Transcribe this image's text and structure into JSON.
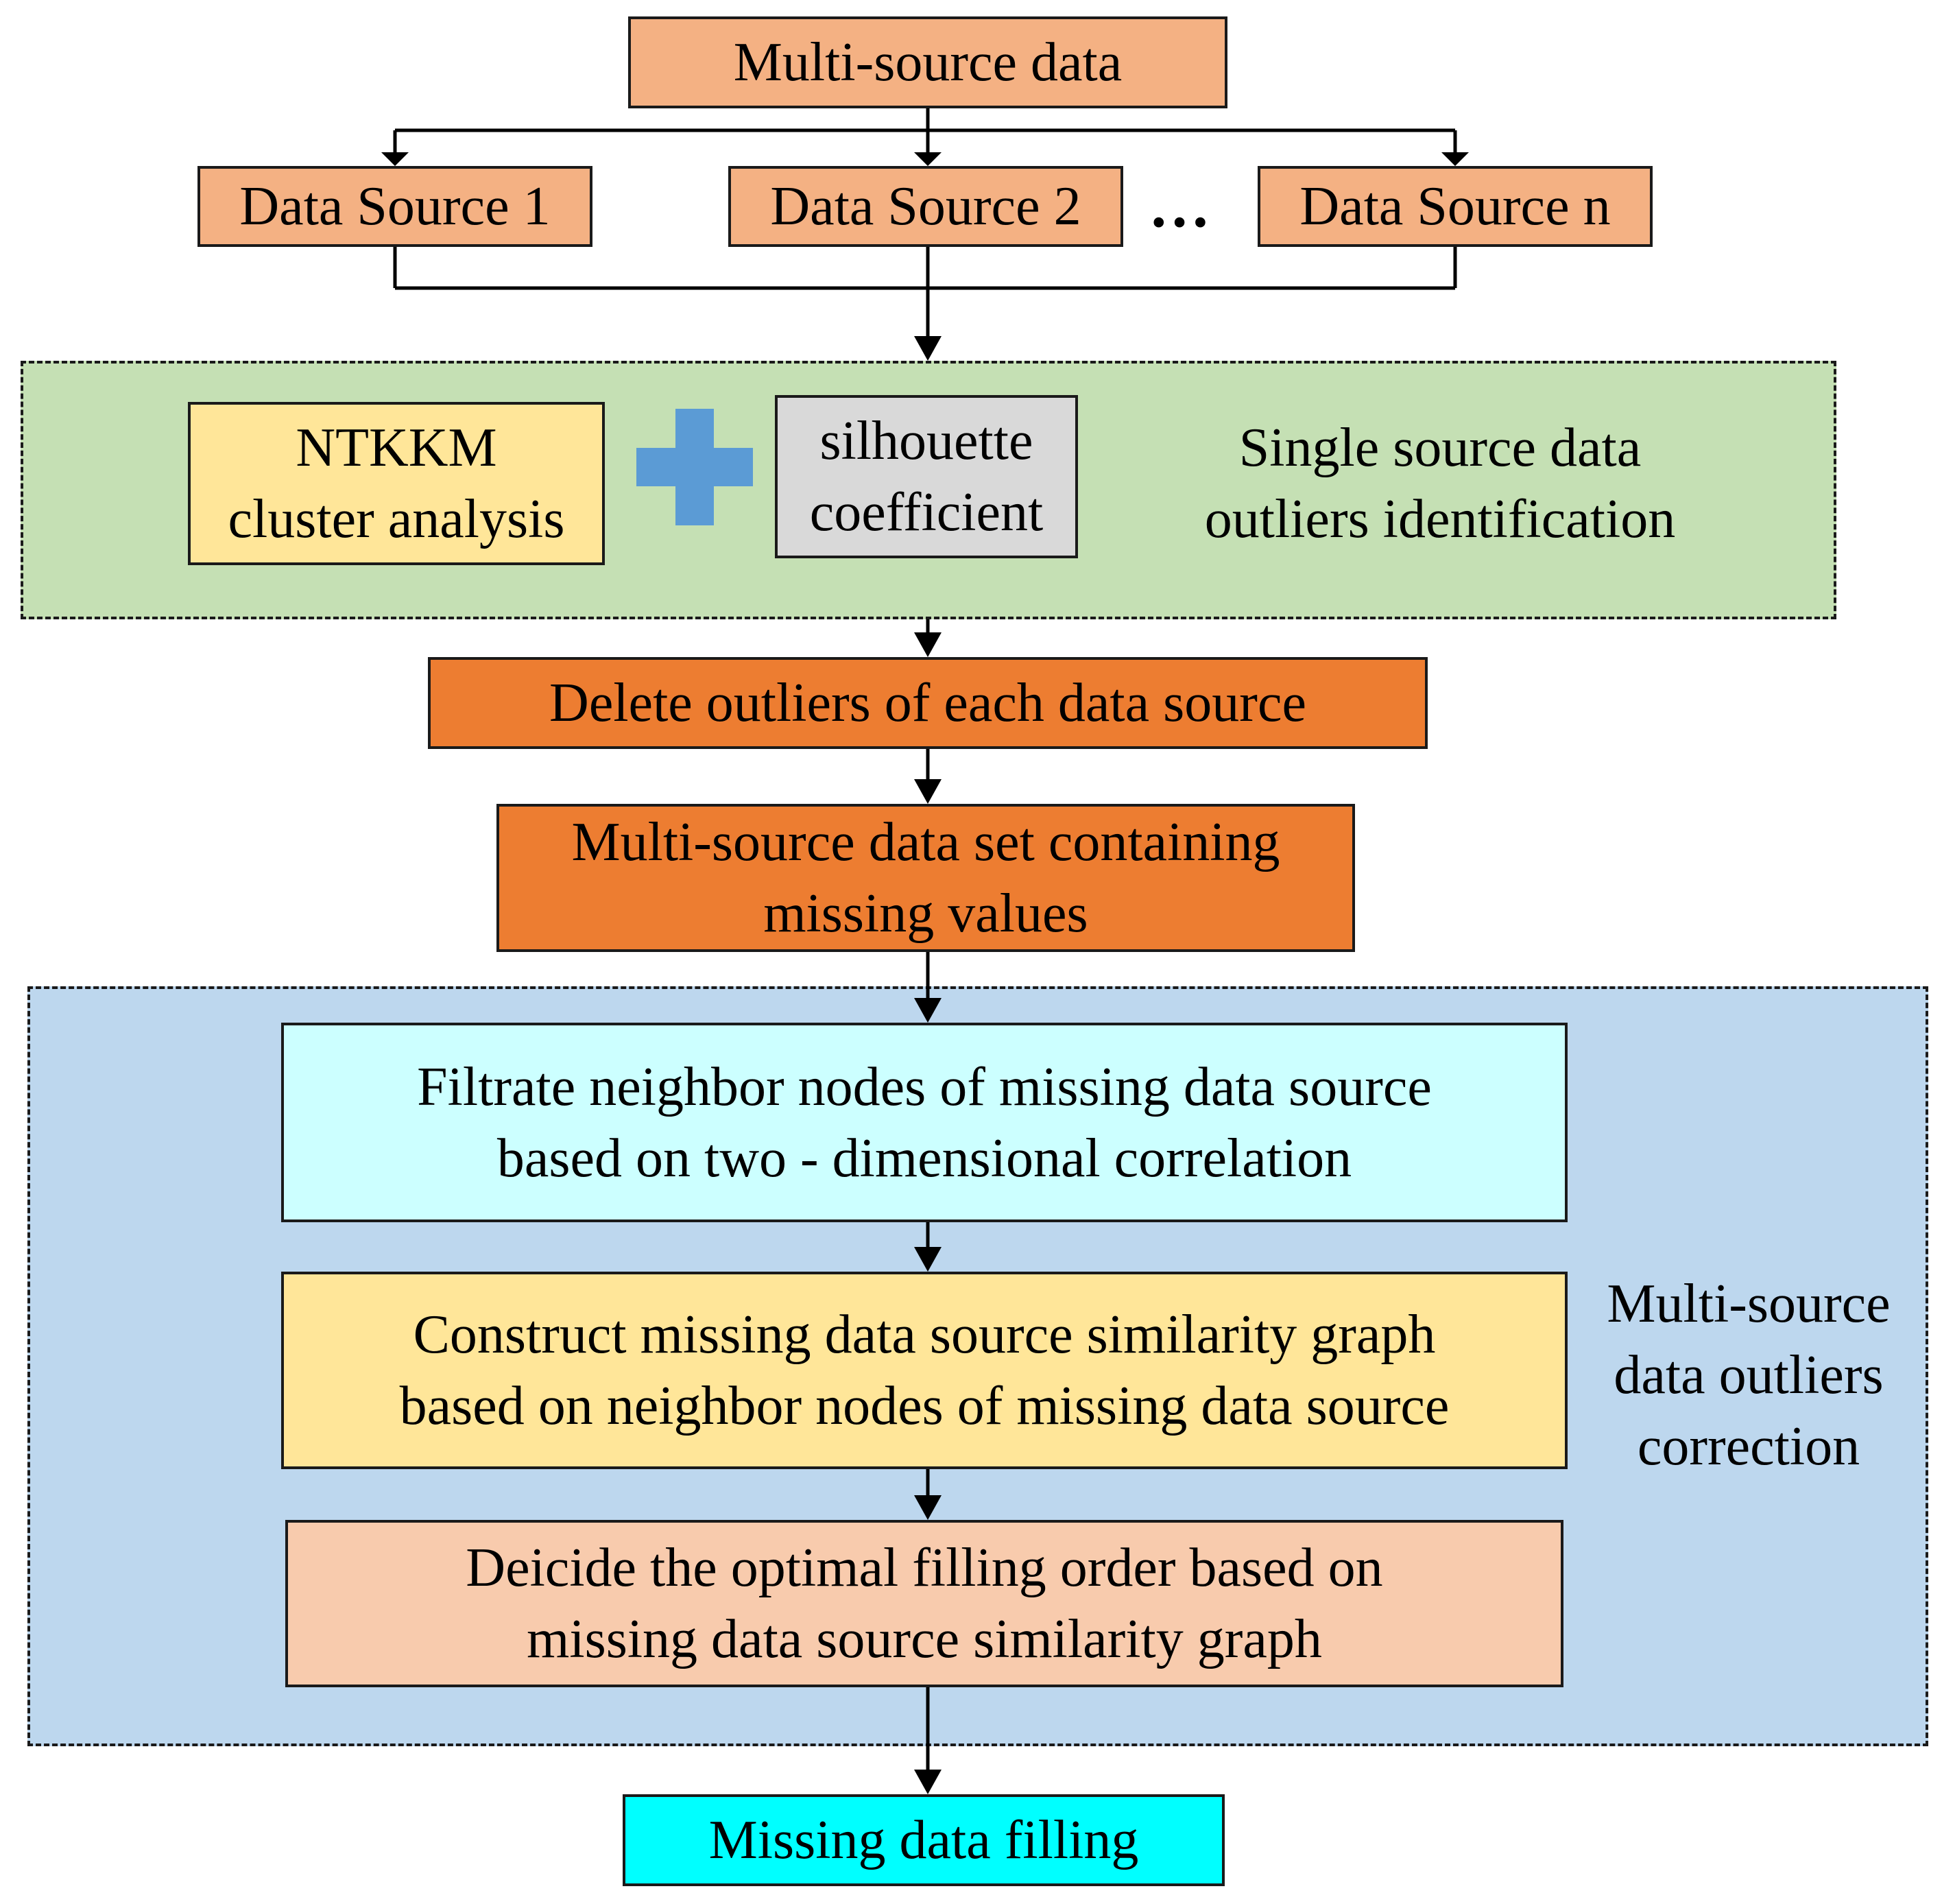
{
  "colors": {
    "source_fill": "#f4b183",
    "dark_orange_fill": "#ed7d31",
    "green_region": "#c5e0b4",
    "blue_region": "#bdd7ee",
    "ntkkm_fill": "#ffe699",
    "silhouette_fill": "#d9d9d9",
    "plus_color": "#5b9bd5",
    "filtrate_fill": "#ccffff",
    "construct_fill": "#ffe699",
    "decide_fill": "#f8cbad",
    "final_fill": "#00ffff"
  },
  "nodes": {
    "multi_source_data": "Multi-source data",
    "data_source_1": "Data Source 1",
    "data_source_2": "Data Source 2",
    "ellipsis": "…",
    "data_source_n": "Data Source n",
    "ntkkm": "NTKKM\ncluster analysis",
    "silhouette": "silhouette\ncoefficient",
    "single_source_label": "Single source data\noutliers identification",
    "delete_outliers": "Delete outliers of each data source",
    "multi_source_missing": "Multi-source data set containing\nmissing values",
    "filtrate": "Filtrate neighbor nodes of missing data source\nbased on two - dimensional correlation",
    "construct": "Construct missing data source similarity graph\nbased on neighbor nodes of missing data source",
    "decide": "Deicide the optimal filling order based on\nmissing data source similarity graph",
    "multi_source_label": "Multi-source\ndata outliers\ncorrection",
    "missing_filling": "Missing data filling"
  },
  "icons": {
    "plus": "plus-icon"
  }
}
